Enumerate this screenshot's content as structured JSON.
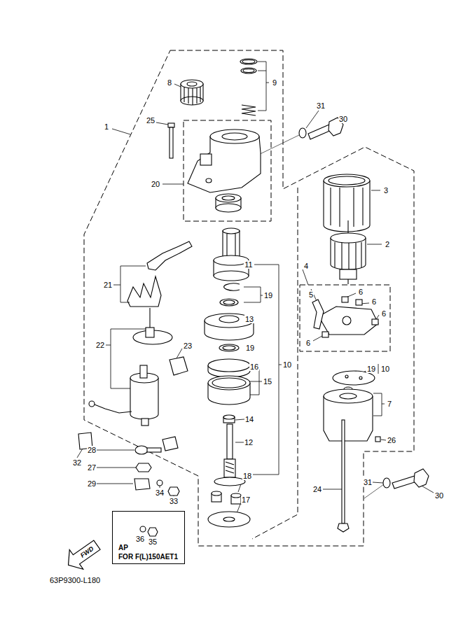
{
  "diagram": {
    "nodes": [
      {
        "text": [
          "AP",
          "FOR F(L)150AET1"
        ]
      },
      {
        "text": [
          "FWD"
        ]
      }
    ],
    "labels": [
      "1",
      "25",
      "8",
      "9",
      "31",
      "30",
      "20",
      "3",
      "2",
      "11",
      "4",
      "21",
      "19",
      "5",
      "6",
      "6",
      "6",
      "13",
      "22",
      "23",
      "6",
      "19",
      "16",
      "10",
      "15",
      "19",
      "10",
      "7",
      "14",
      "26",
      "12",
      "28",
      "32",
      "27",
      "18",
      "31",
      "29",
      "24",
      "34",
      "33",
      "30",
      "17",
      "36",
      "35",
      "63P9300-L180"
    ]
  }
}
